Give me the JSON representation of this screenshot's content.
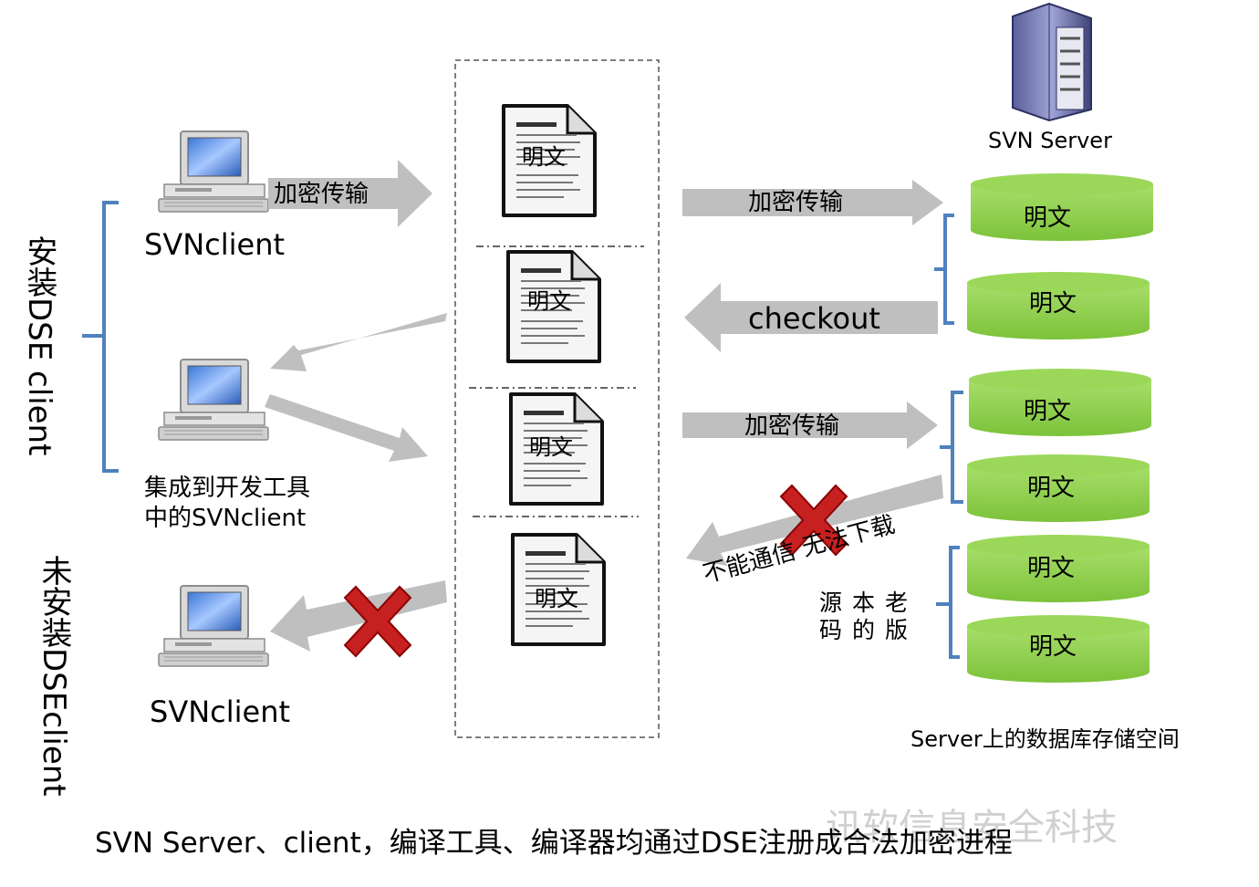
{
  "server": {
    "label": "SVN Server",
    "icon": "server-tower-icon"
  },
  "clients": [
    {
      "label": "SVNclient",
      "icon": "desktop-computer-icon"
    },
    {
      "label_line1": "集成到开发工具",
      "label_line2": "中的SVNclient",
      "icon": "desktop-computer-icon"
    },
    {
      "label": "SVNclient",
      "icon": "desktop-computer-icon"
    }
  ],
  "groups": {
    "installed": "安装DSE client",
    "not_installed": "未安装DSEclient"
  },
  "documents": [
    "明文",
    "明文",
    "明文",
    "明文"
  ],
  "document_icon": "document-icon",
  "arrows": {
    "encrypt_upload_left": "加密传输",
    "encrypt_upload_right_top": "加密传输",
    "checkout": "checkout",
    "encrypt_upload_right_mid": "加密传输",
    "cannot_communicate": "不能通信 无法下载",
    "old_source": [
      "源",
      "本",
      "老",
      "码",
      "的",
      "版"
    ]
  },
  "storage": {
    "cylinders": [
      "明文",
      "明文",
      "明文",
      "明文",
      "明文",
      "明文"
    ],
    "label": "Server上的数据库存储空间"
  },
  "blocked_icon": "red-x-icon",
  "caption": "SVN Server、client，编译工具、编译器均通过DSE注册成合法加密进程",
  "watermark": "讯软信息安全科技",
  "colors": {
    "arrow": "#bfbfbf",
    "cylinder": "#8ed14d",
    "bracket": "#4f81bd",
    "cross": "#c00000"
  }
}
